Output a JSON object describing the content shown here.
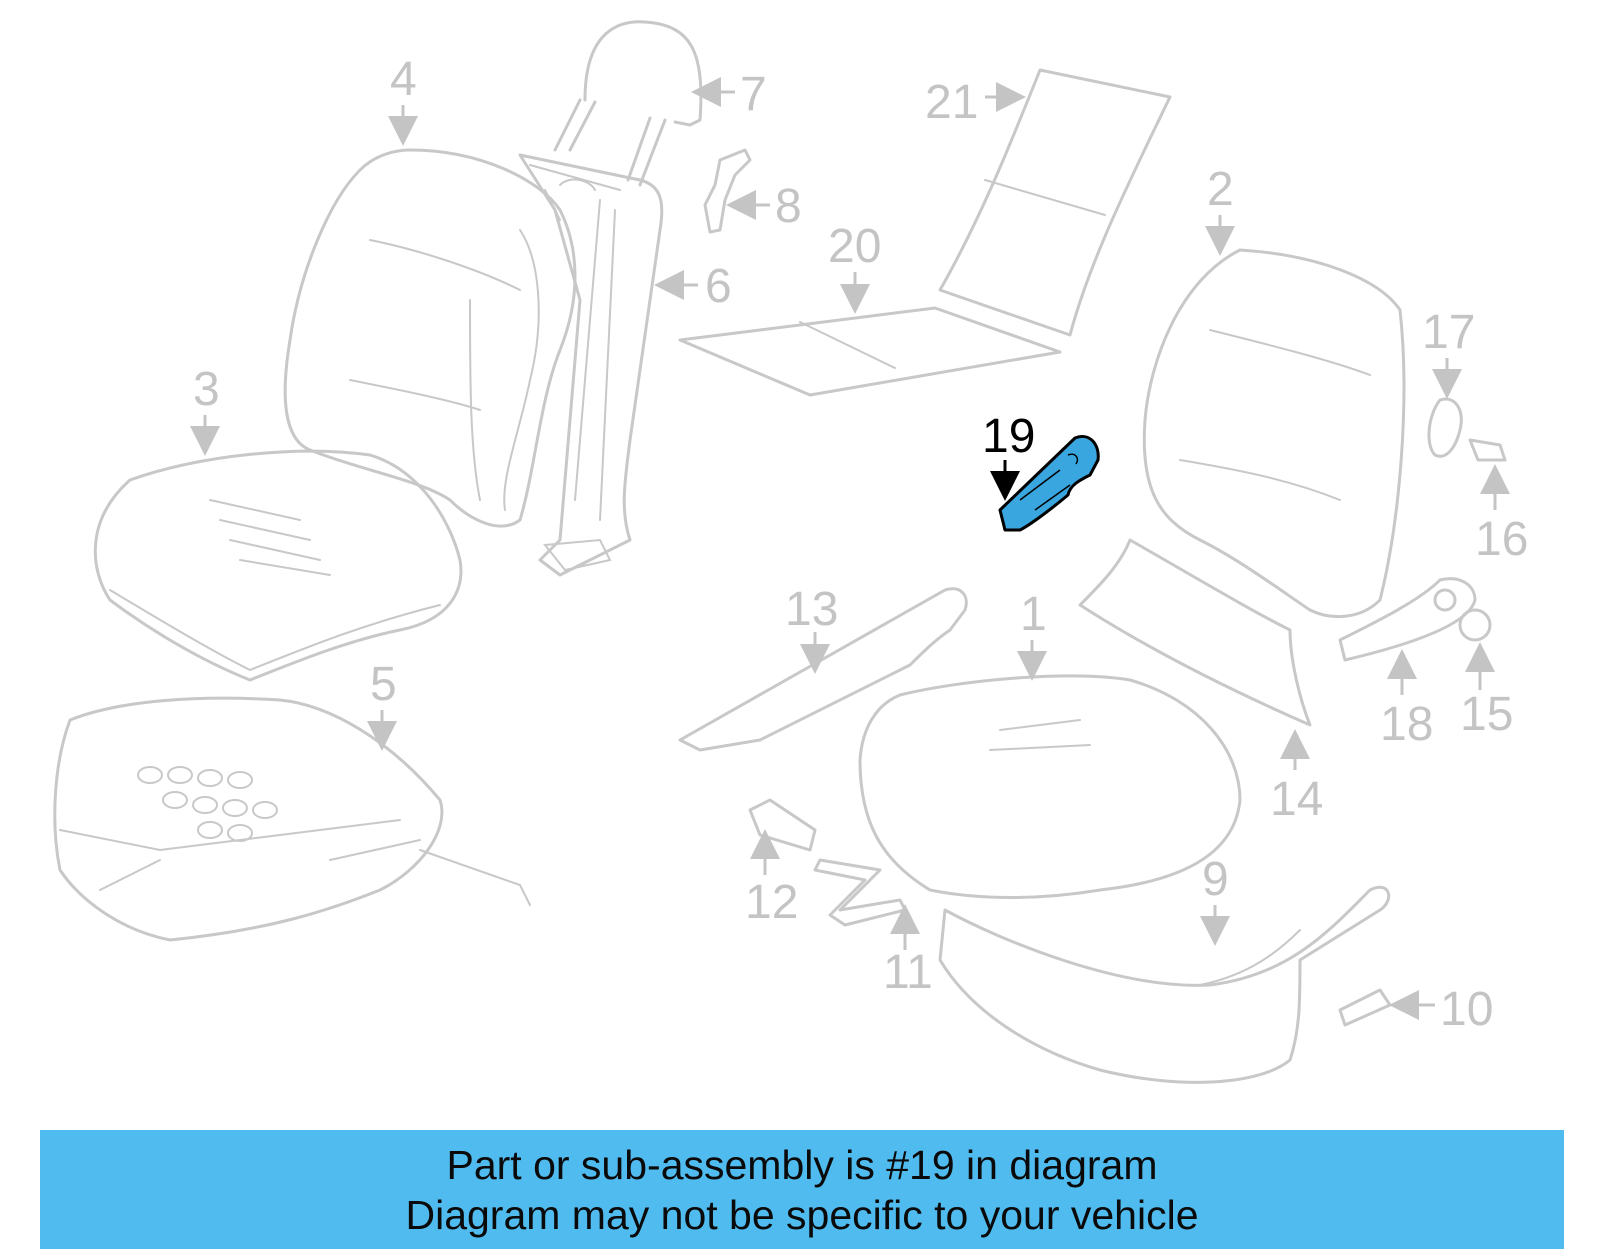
{
  "diagram": {
    "callouts": [
      "1",
      "2",
      "3",
      "4",
      "5",
      "6",
      "7",
      "8",
      "9",
      "10",
      "11",
      "12",
      "13",
      "14",
      "15",
      "16",
      "17",
      "18",
      "19",
      "20",
      "21"
    ],
    "highlighted_callout": "19",
    "highlight_color": "#3aa6e0",
    "line_color": "#c8c8c8"
  },
  "banner": {
    "line1": "Part or sub-assembly is #19 in diagram",
    "line2": "Diagram may not be specific to your vehicle",
    "background": "#50bbef"
  }
}
